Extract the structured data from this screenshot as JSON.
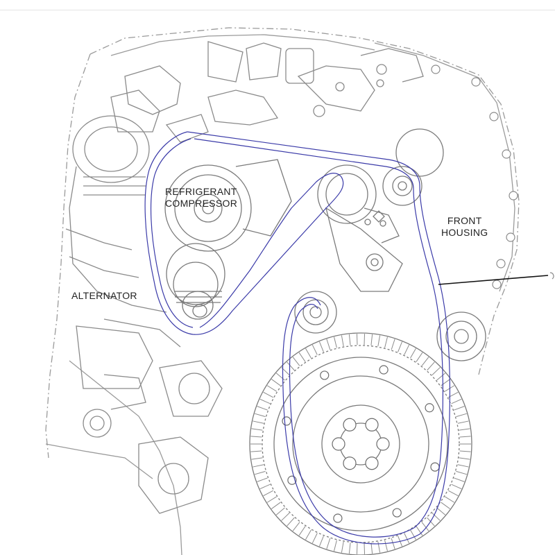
{
  "labels": {
    "refrigerant_compressor": [
      "REFRIGERANT",
      "COMPRESSOR"
    ],
    "front_housing": [
      "FRONT",
      "HOUSING"
    ],
    "alternator": "ALTERNATOR"
  },
  "colors": {
    "belt": "#3a3aa8",
    "drawing": "#9a9a9a",
    "drawing_dark": "#7a7a7a",
    "label_text": "#222222",
    "leader": "#111111"
  }
}
